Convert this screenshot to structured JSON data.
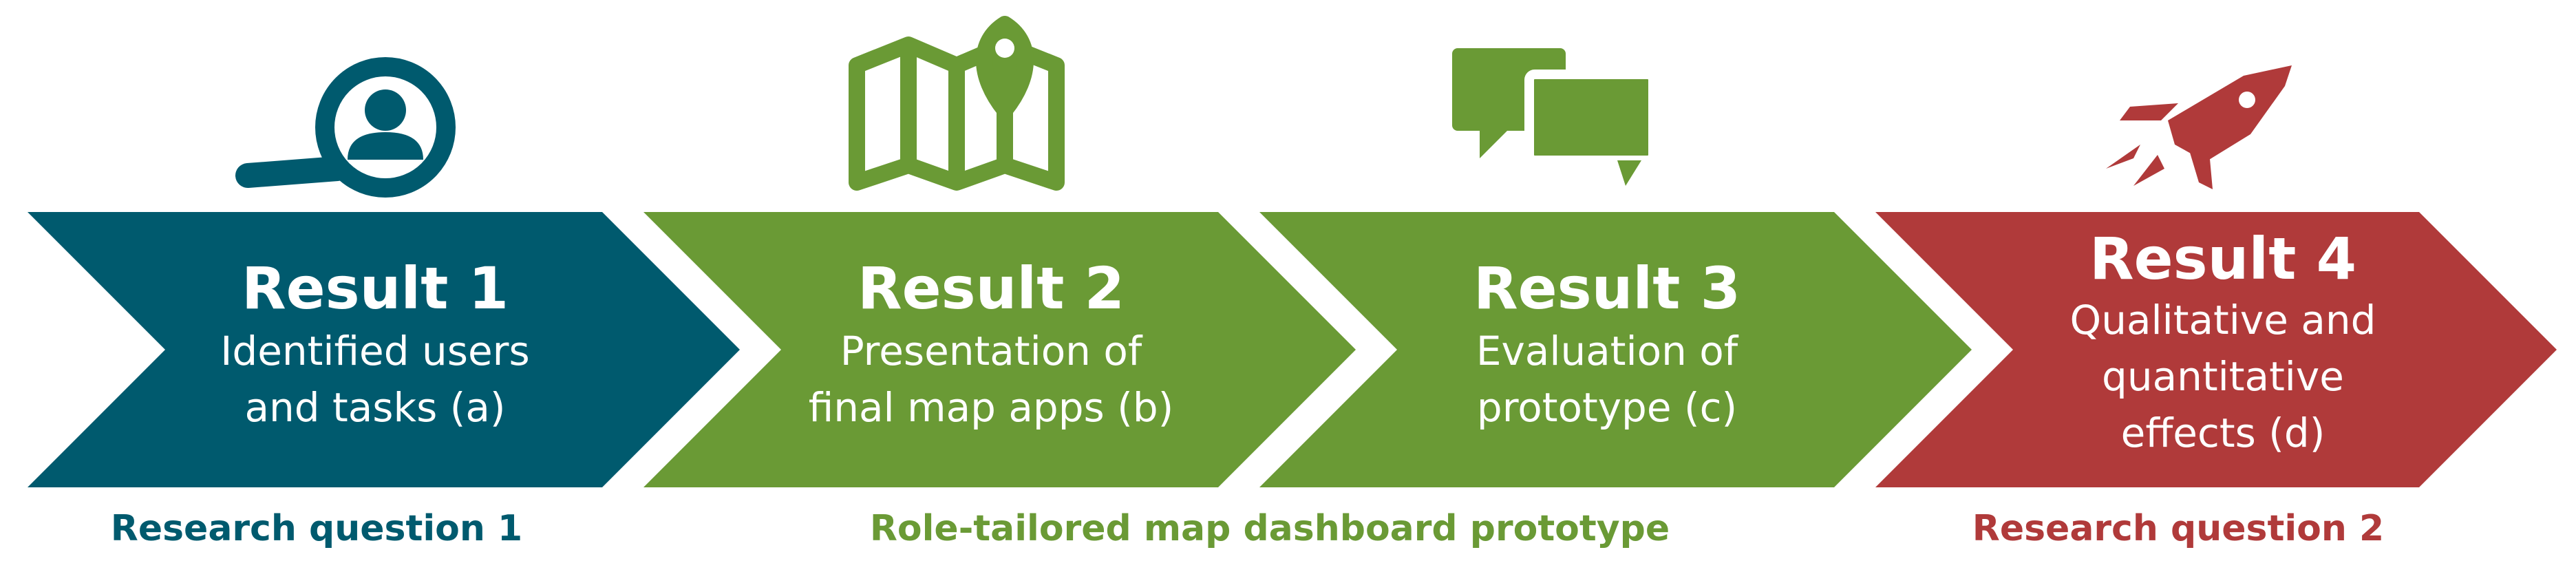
{
  "colors": {
    "teal": "#005a6e",
    "green": "#6a9a35",
    "red": "#b03a3a",
    "white": "#ffffff"
  },
  "steps": [
    {
      "title": "Result 1",
      "lines": [
        "Identified users",
        "and tasks (a)"
      ],
      "icon": "user-search-icon",
      "color": "#005a6e"
    },
    {
      "title": "Result 2",
      "lines": [
        "Presentation of",
        "final map apps (b)"
      ],
      "icon": "map-pin-icon",
      "color": "#6a9a35"
    },
    {
      "title": "Result 3",
      "lines": [
        "Evaluation of",
        "prototype (c)"
      ],
      "icon": "chat-bubbles-icon",
      "color": "#6a9a35"
    },
    {
      "title": "Result 4",
      "lines": [
        "Qualitative and",
        "quantitative",
        "effects (d)"
      ],
      "icon": "rocket-icon",
      "color": "#b03a3a"
    }
  ],
  "captions": [
    {
      "text": "Research question 1",
      "color": "#005a6e"
    },
    {
      "text": "Role-tailored map dashboard prototype",
      "color": "#6a9a35"
    },
    {
      "text": "Research question 2",
      "color": "#b03a3a"
    }
  ]
}
